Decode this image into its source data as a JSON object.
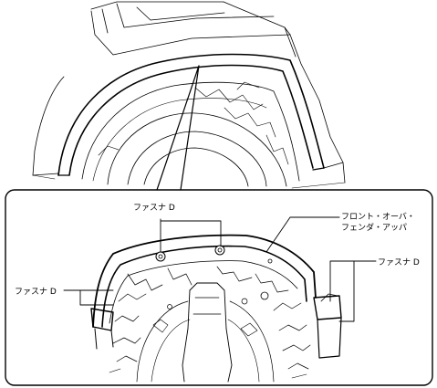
{
  "diagram": {
    "callouts": {
      "fastener_top": "ファスナ D",
      "fastener_left": "ファスナ D",
      "fastener_right": "ファスナ D",
      "front_over_fender_line1": "フロント・オーバ・",
      "front_over_fender_line2": "フェンダ・アッパ"
    },
    "colors": {
      "line": "#000000",
      "background": "#ffffff"
    }
  }
}
